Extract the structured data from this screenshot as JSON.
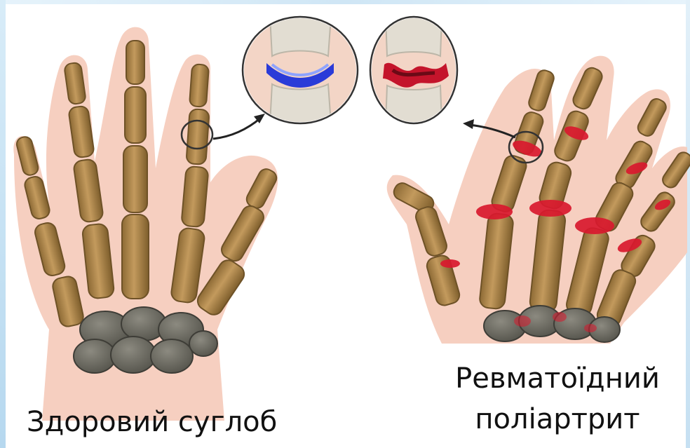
{
  "captions": {
    "healthy": "Здоровий суглоб",
    "rheumatoid_line1": "Ревматоїдний",
    "rheumatoid_line2": "поліартрит"
  },
  "colors": {
    "skin": "#f6cfc0",
    "bone": "#b28a4e",
    "bone_outline": "#6e5227",
    "carpal": "#6f6d63",
    "cartilage_healthy": "#2a3bd8",
    "inflammation": "#d9192e",
    "zoom_circle_stroke": "#333333"
  },
  "icons": [
    "zoom-arrow-icon",
    "zoom-arrow-icon"
  ]
}
